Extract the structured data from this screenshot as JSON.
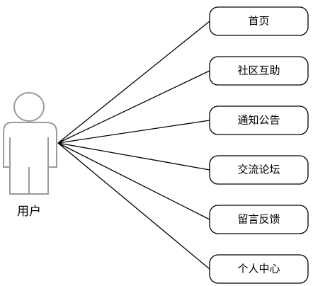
{
  "actor": {
    "label": "用户"
  },
  "use_cases": [
    {
      "label": "首页"
    },
    {
      "label": "社区互助"
    },
    {
      "label": "通知公告"
    },
    {
      "label": "交流论坛"
    },
    {
      "label": "留言反馈"
    },
    {
      "label": "个人中心"
    }
  ]
}
